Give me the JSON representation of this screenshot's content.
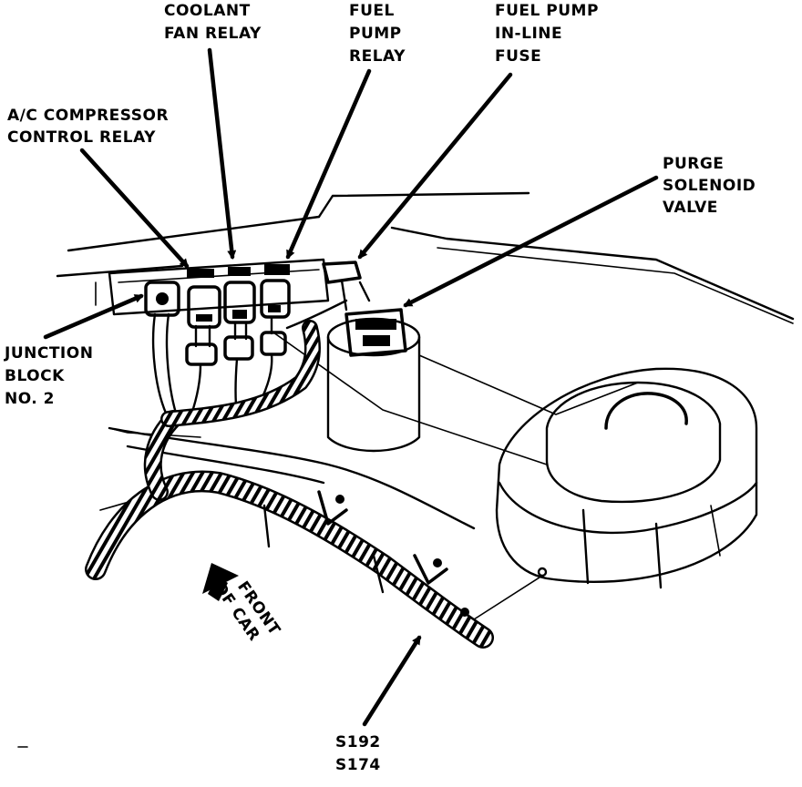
{
  "labels": {
    "coolant_fan_relay": [
      "COOLANT",
      "FAN RELAY"
    ],
    "fuel_pump_relay": [
      "FUEL",
      "PUMP",
      "RELAY"
    ],
    "fuel_pump_fuse": [
      "FUEL PUMP",
      "IN-LINE",
      "FUSE"
    ],
    "ac_compressor_relay": [
      "A/C COMPRESSOR",
      "CONTROL RELAY"
    ],
    "purge_solenoid_valve": [
      "PURGE",
      "SOLENOID",
      "VALVE"
    ],
    "junction_block": [
      "JUNCTION",
      "BLOCK",
      "NO. 2"
    ],
    "front_of_car": [
      "FRONT",
      "OF CAR"
    ],
    "splices": [
      "S192",
      "S174"
    ]
  }
}
